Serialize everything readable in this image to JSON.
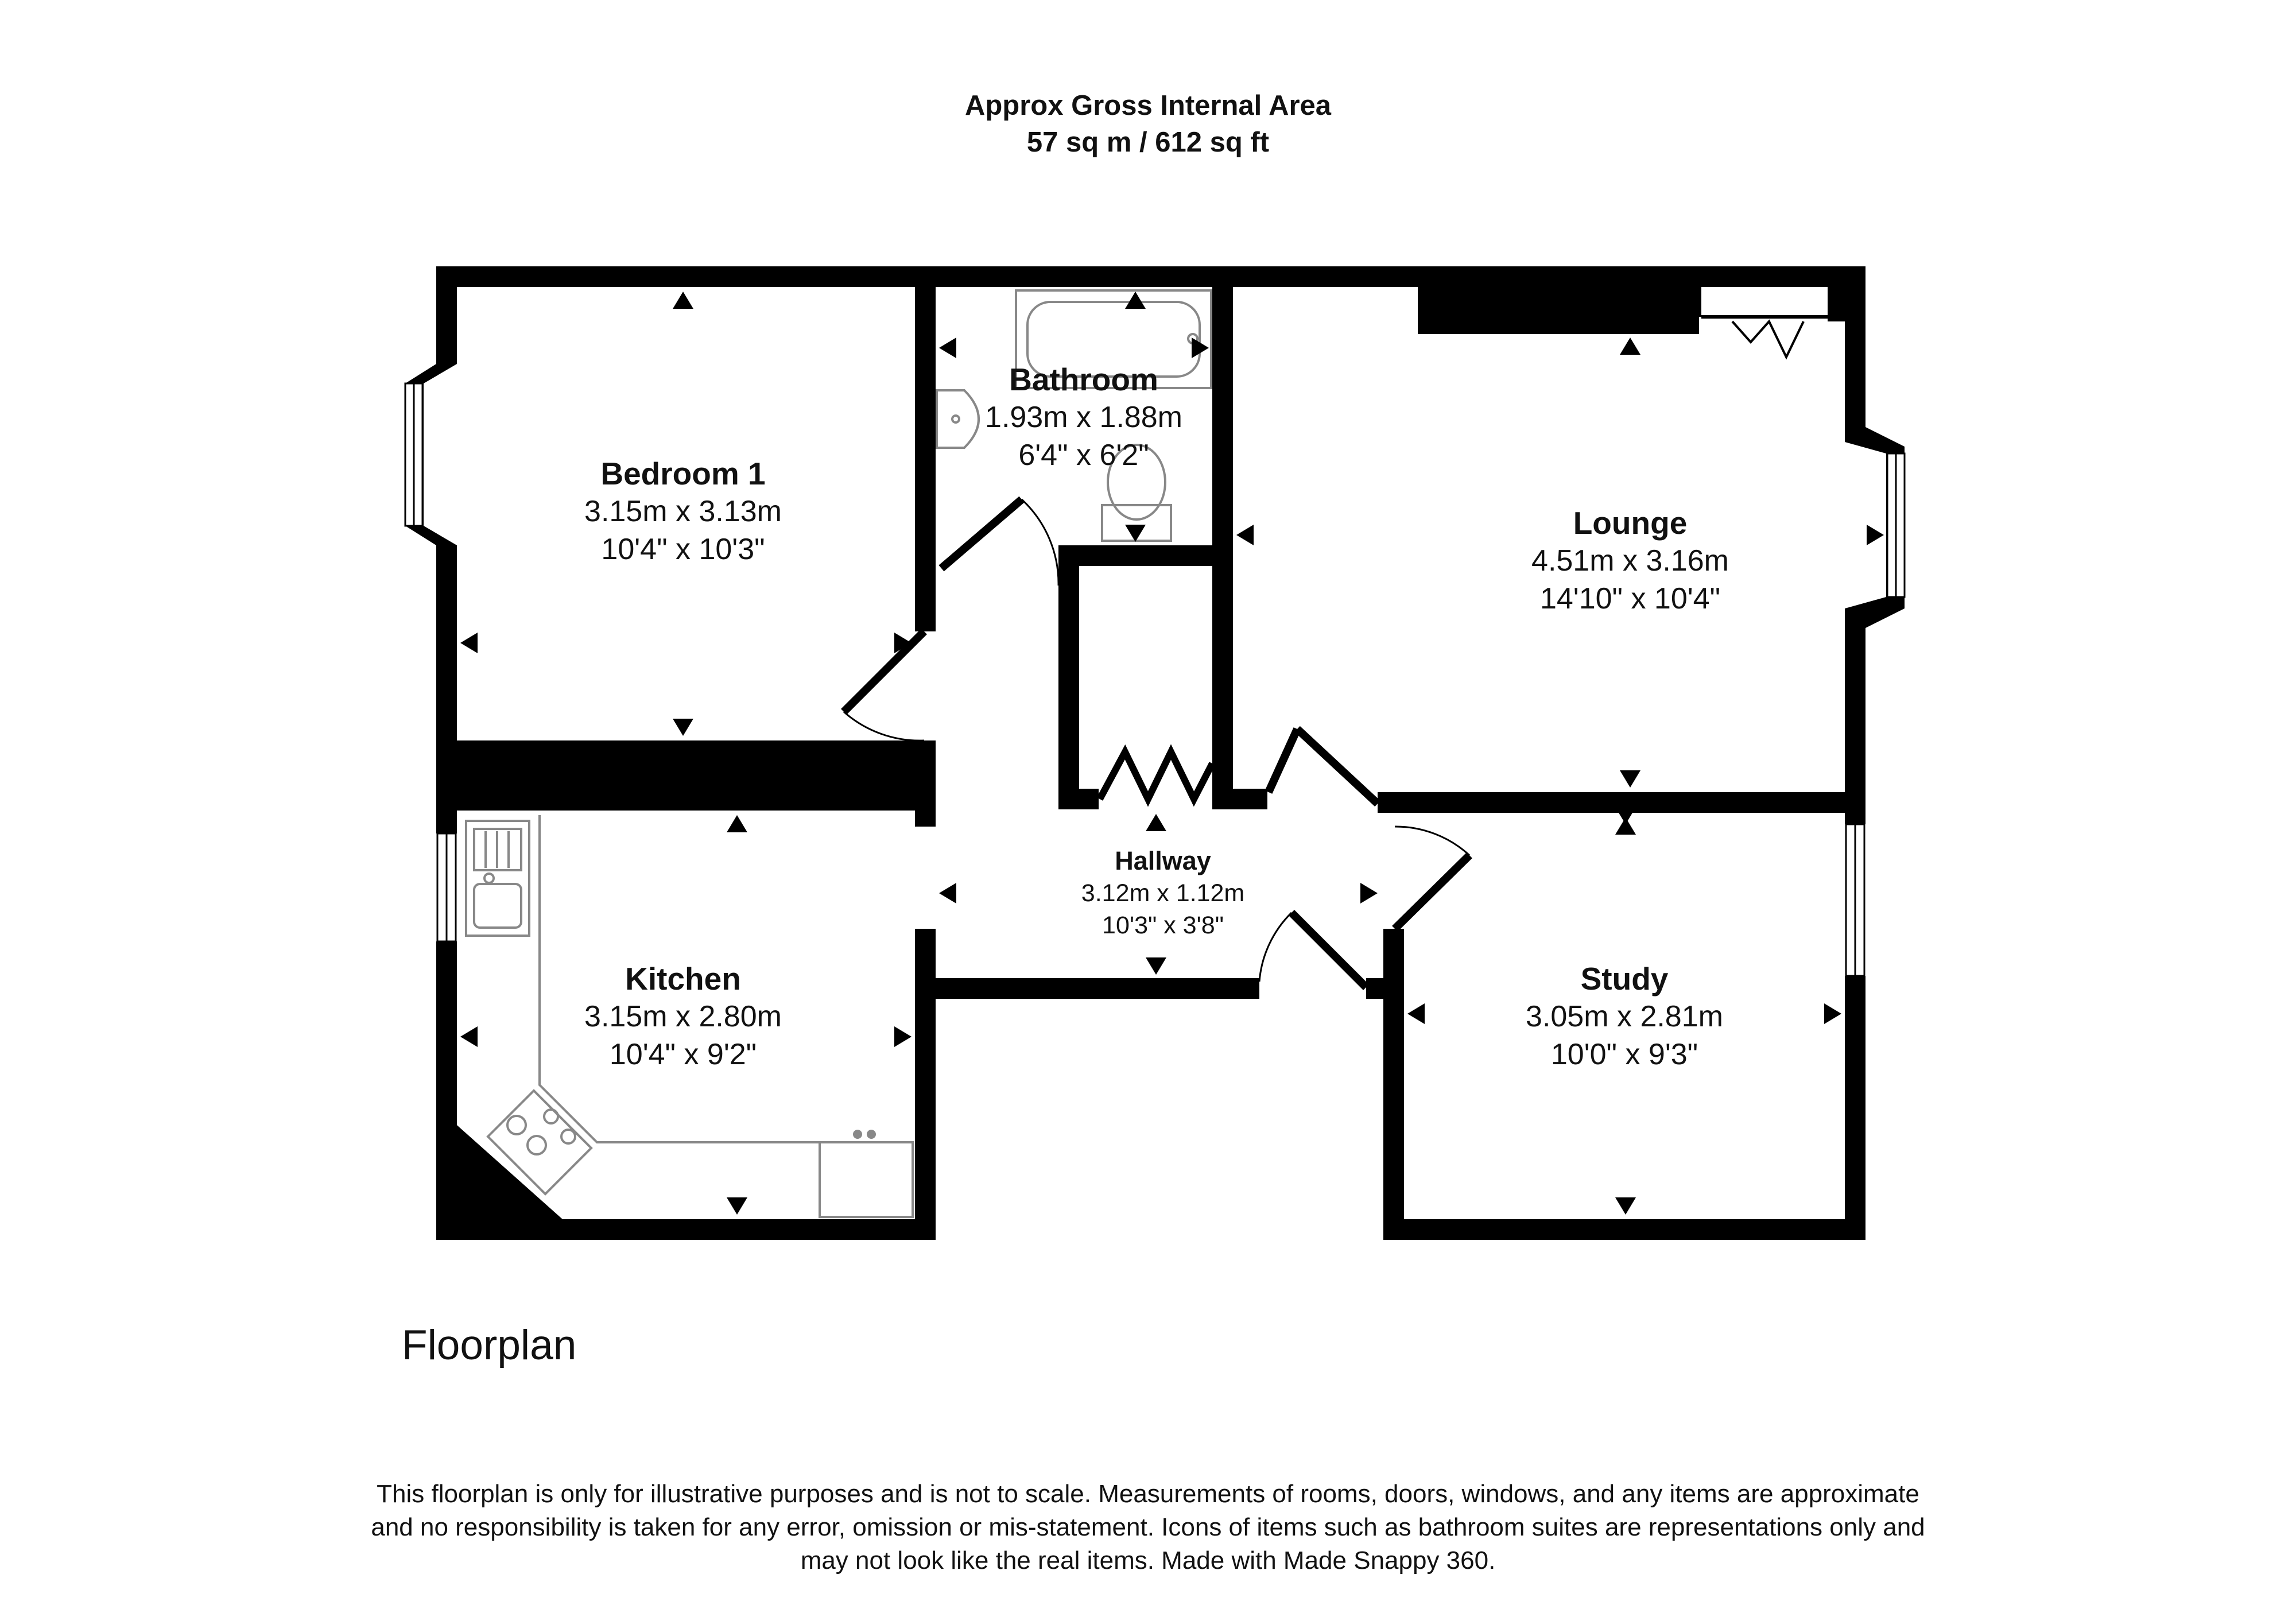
{
  "header": {
    "line1": "Approx Gross Internal Area",
    "line2": "57 sq m / 612 sq ft"
  },
  "rooms": {
    "bedroom1": {
      "name": "Bedroom 1",
      "metric": "3.15m x 3.13m",
      "imperial": "10'4\" x 10'3\""
    },
    "bathroom": {
      "name": "Bathroom",
      "metric": "1.93m x 1.88m",
      "imperial": "6'4\" x 6'2\""
    },
    "lounge": {
      "name": "Lounge",
      "metric": "4.51m x 3.16m",
      "imperial": "14'10\" x 10'4\""
    },
    "hallway": {
      "name": "Hallway",
      "metric": "3.12m x 1.12m",
      "imperial": "10'3\" x 3'8\""
    },
    "kitchen": {
      "name": "Kitchen",
      "metric": "3.15m x 2.80m",
      "imperial": "10'4\" x 9'2\""
    },
    "study": {
      "name": "Study",
      "metric": "3.05m x 2.81m",
      "imperial": "10'0\" x 9'3\""
    }
  },
  "plan_title": "Floorplan",
  "disclaimer": {
    "line1": "This floorplan is only for illustrative purposes and is not to scale. Measurements of rooms, doors, windows, and any items are approximate",
    "line2": "and no responsibility is taken for any error, omission or mis-statement. Icons of items such as bathroom suites are representations only and",
    "line3": "may not look like the real items. Made with Made Snappy 360."
  },
  "colors": {
    "wall": "#000000",
    "fixture": "#888888",
    "background": "#ffffff"
  }
}
